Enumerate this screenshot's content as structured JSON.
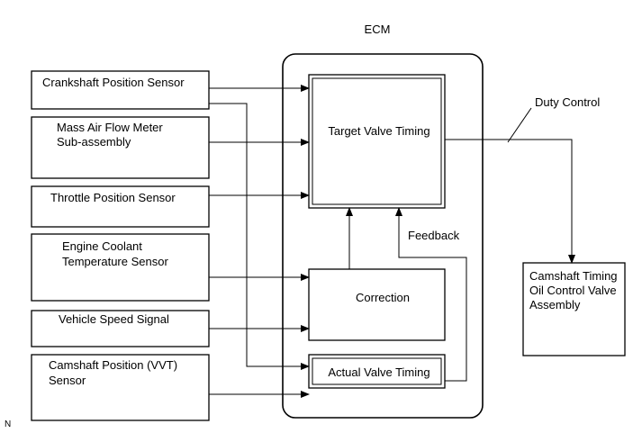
{
  "ecm": {
    "title": "ECM"
  },
  "inputs": {
    "crankshaft": "Crankshaft Position Sensor",
    "maf_line1": "Mass Air Flow Meter",
    "maf_line2": "Sub-assembly",
    "throttle": "Throttle Position Sensor",
    "coolant_line1": "Engine Coolant",
    "coolant_line2": "Temperature Sensor",
    "speed": "Vehicle Speed Signal",
    "camshaft_line1": "Camshaft Position (VVT)",
    "camshaft_line2": "Sensor"
  },
  "blocks": {
    "target": "Target Valve Timing",
    "correction": "Correction",
    "actual": "Actual Valve Timing"
  },
  "labels": {
    "feedback": "Feedback",
    "duty_control": "Duty Control",
    "corner_mark": "N"
  },
  "output": {
    "line1": "Camshaft Timing",
    "line2": "Oil Control Valve",
    "line3": "Assembly"
  }
}
